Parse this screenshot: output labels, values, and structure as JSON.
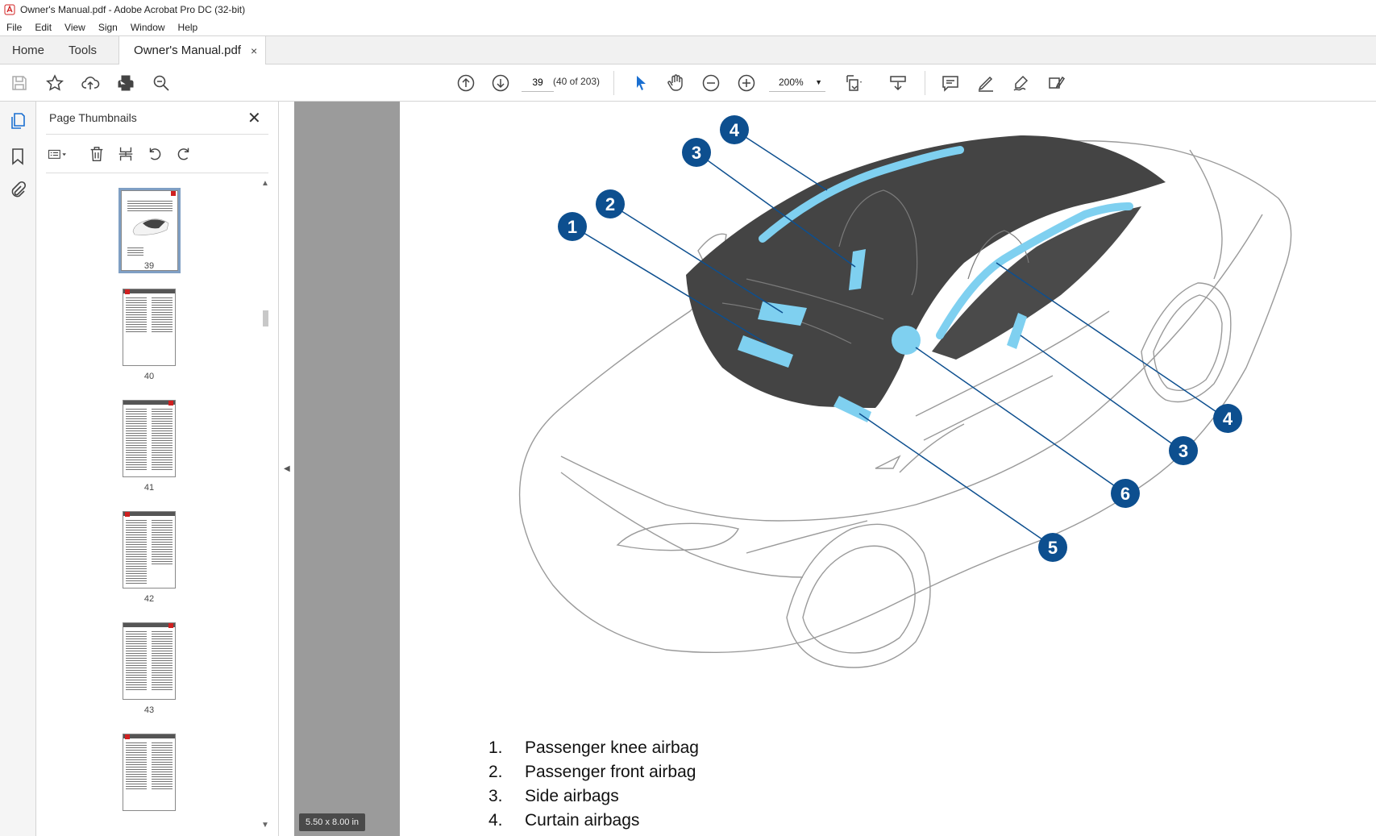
{
  "window": {
    "title": "Owner's Manual.pdf - Adobe Acrobat Pro DC (32-bit)"
  },
  "menu": [
    "File",
    "Edit",
    "View",
    "Sign",
    "Window",
    "Help"
  ],
  "tabs": {
    "home": "Home",
    "tools": "Tools",
    "document": "Owner's Manual.pdf",
    "close": "×"
  },
  "toolbar": {
    "page_number": "39",
    "page_count": "(40 of 203)",
    "zoom": "200%"
  },
  "panel": {
    "title": "Page Thumbnails",
    "thumbnails": [
      {
        "label": "39",
        "selected": true
      },
      {
        "label": "40",
        "selected": false
      },
      {
        "label": "41",
        "selected": false
      },
      {
        "label": "42",
        "selected": false
      },
      {
        "label": "43",
        "selected": false
      }
    ]
  },
  "page_size": "5.50 x 8.00 in",
  "illustration": {
    "callouts": [
      "1",
      "2",
      "3",
      "4",
      "4",
      "3",
      "6",
      "5"
    ],
    "accent_color": "#7fd0f0",
    "callout_color": "#0d4f8f"
  },
  "legend": [
    {
      "num": "1.",
      "text": "Passenger knee airbag"
    },
    {
      "num": "2.",
      "text": "Passenger front airbag"
    },
    {
      "num": "3.",
      "text": "Side airbags"
    },
    {
      "num": "4.",
      "text": "Curtain airbags"
    }
  ]
}
